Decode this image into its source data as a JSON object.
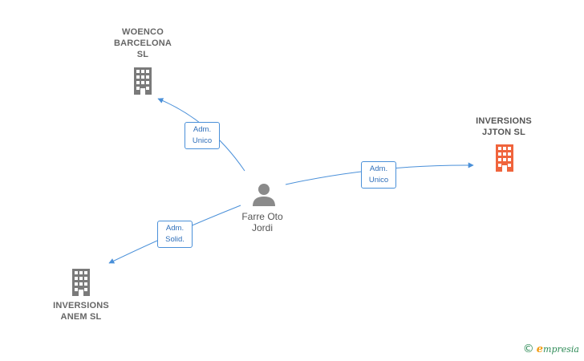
{
  "nodes": {
    "woenco": {
      "label": "WOENCO\nBARCELONA\nSL",
      "color": "#7a7a7a"
    },
    "jjton": {
      "label": "INVERSIONS\nJJTON  SL",
      "color": "#f0643c"
    },
    "anem": {
      "label": "INVERSIONS\nANEM  SL",
      "color": "#7a7a7a"
    },
    "person": {
      "label": "Farre Oto\nJordi",
      "color": "#8a8a8a"
    }
  },
  "edges": {
    "to_woenco": {
      "label": "Adm.\nUnico"
    },
    "to_jjton": {
      "label": "Adm.\nUnico"
    },
    "to_anem": {
      "label": "Adm.\nSolid."
    }
  },
  "colors": {
    "edge": "#4a90d9"
  },
  "footer": {
    "copyright_symbol": "©",
    "brand_first": "e",
    "brand_rest": "mpresia"
  }
}
